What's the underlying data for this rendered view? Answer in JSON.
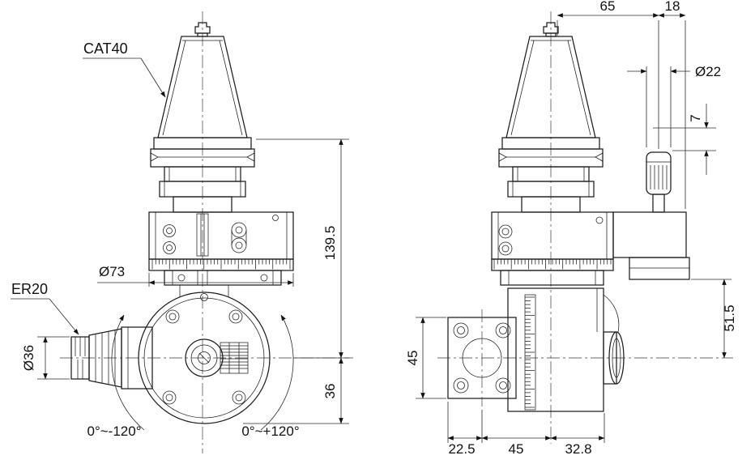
{
  "drawing": {
    "front_view": {
      "label_cat40": "CAT40",
      "label_er20": "ER20",
      "dim_dia73": "Ø73",
      "dim_dia36": "Ø36",
      "dim_139_5": "139.5",
      "dim_36": "36",
      "angle_range_neg": "0°~-120°",
      "angle_range_pos": "0°~+120°"
    },
    "side_view": {
      "dim_65": "65",
      "dim_18": "18",
      "dim_dia22": "Ø22",
      "dim_7": "7",
      "dim_51_5": "51.5",
      "dim_45_flange": "45",
      "dim_22_5": "22.5",
      "dim_45_width": "45",
      "dim_32_8": "32.8"
    }
  }
}
